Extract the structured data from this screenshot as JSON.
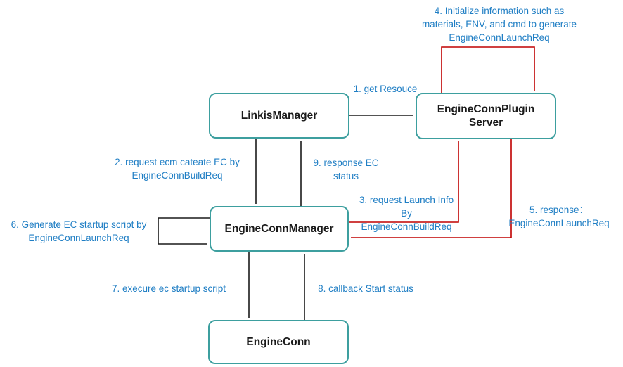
{
  "colors": {
    "node_border": "#3D9F9F",
    "label_text": "#1F7EC4",
    "arrow_black": "#1a1a1a",
    "arrow_red": "#C00000"
  },
  "nodes": {
    "linkis_manager": "LinkisManager",
    "engine_conn_plugin_server": "EngineConnPlugin\nServer",
    "engine_conn_manager": "EngineConnManager",
    "engine_conn": "EngineConn"
  },
  "labels": {
    "step1": "1. get Resouce",
    "step2": "2. request ecm cateate EC by\nEngineConnBuildReq",
    "step3": "3. request Launch Info\nBy\nEngineConnBuildReq",
    "step4": "4. Initialize information such as\nmaterials, ENV, and cmd to generate\nEngineConnLaunchReq",
    "step5": "5. response：\nEngineConnLaunchReq",
    "step6": "6. Generate EC startup script by\nEngineConnLaunchReq",
    "step7": "7. execure ec startup script",
    "step8": "8. callback Start status",
    "step9": "9. response EC\nstatus"
  }
}
